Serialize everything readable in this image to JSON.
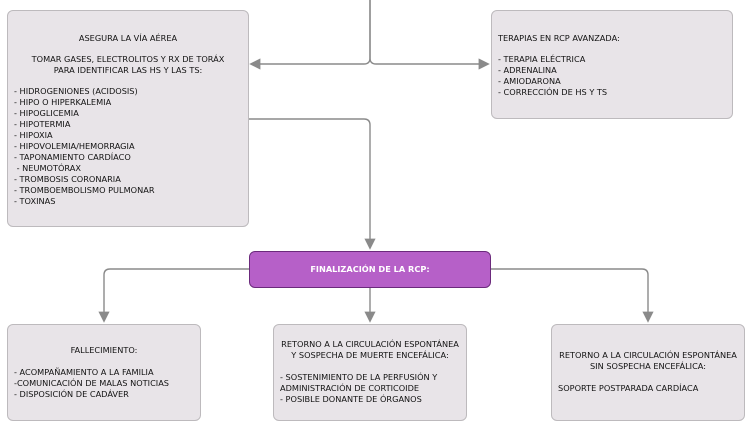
{
  "colors": {
    "node_bg": "#e8e4e8",
    "accent": "#b660c8",
    "connector": "#8a8a8a"
  },
  "airway_node": {
    "title": "ASEGURA LA VÍA AÉREA",
    "subtitle": "TOMAR GASES, ELECTROLITOS Y RX DE TORÁX PARA IDENTIFICAR LAS HS Y LAS TS:",
    "items": [
      "- HIDROGENIONES (ACIDOSIS)",
      "- HIPO O HIPERKALEMIA",
      "- HIPOGLICEMIA",
      "- HIPOTERMIA",
      "- HIPOXIA",
      "- HIPOVOLEMIA/HEMORRAGIA",
      "- TAPONAMIENTO CARDÍACO",
      " - NEUMOTÓRAX",
      "- TROMBOSIS CORONARIA",
      "- TROMBOEMBOLISMO PULMONAR",
      "- TOXINAS"
    ]
  },
  "therapy_node": {
    "title": "TERAPIAS EN RCP AVANZADA:",
    "items": [
      "- TERAPIA ELÉCTRICA",
      "- ADRENALINA",
      "- AMIODARONA",
      "- CORRECCIÓN DE HS Y TS"
    ]
  },
  "end_node": {
    "title": "FINALIZACIÓN DE LA RCP:"
  },
  "death_node": {
    "title": "FALLECIMIENTO:",
    "items": [
      "- ACOMPAÑAMIENTO A LA FAMILIA",
      "-COMUNICACIÓN DE MALAS NOTICIAS",
      "- DISPOSICIÓN DE CADÁVER"
    ]
  },
  "rosc_brain_death_node": {
    "title": "RETORNO A LA CIRCULACIÓN ESPONTÁNEA Y SOSPECHA DE MUERTE ENCEFÁLICA:",
    "items": [
      "- SOSTENIMIENTO DE LA PERFUSIÓN Y ADMINISTRACIÓN DE CORTICOIDE",
      "- POSIBLE DONANTE DE ÓRGANOS"
    ]
  },
  "rosc_node": {
    "title": "RETORNO A LA CIRCULACIÓN ESPONTÁNEA SIN SOSPECHA ENCEFÁLICA:",
    "items": [
      "SOPORTE POSTPARADA CARDÍACA"
    ]
  }
}
